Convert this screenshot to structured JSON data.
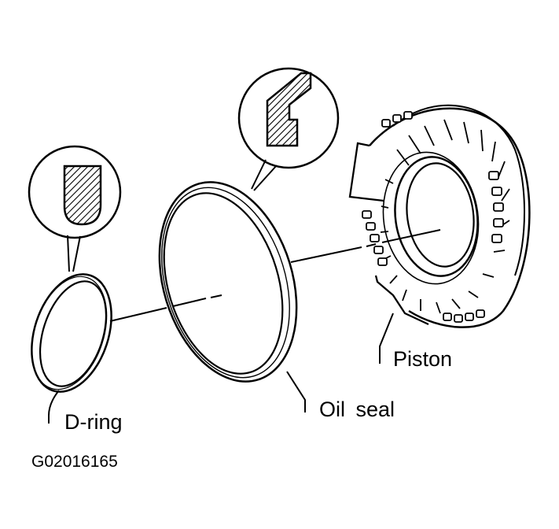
{
  "labels": {
    "piston": "Piston",
    "oil_seal": "Oil seal",
    "d_ring": "D-ring",
    "figure_code": "G02016165"
  },
  "colors": {
    "line": "#000000",
    "background": "#ffffff"
  }
}
